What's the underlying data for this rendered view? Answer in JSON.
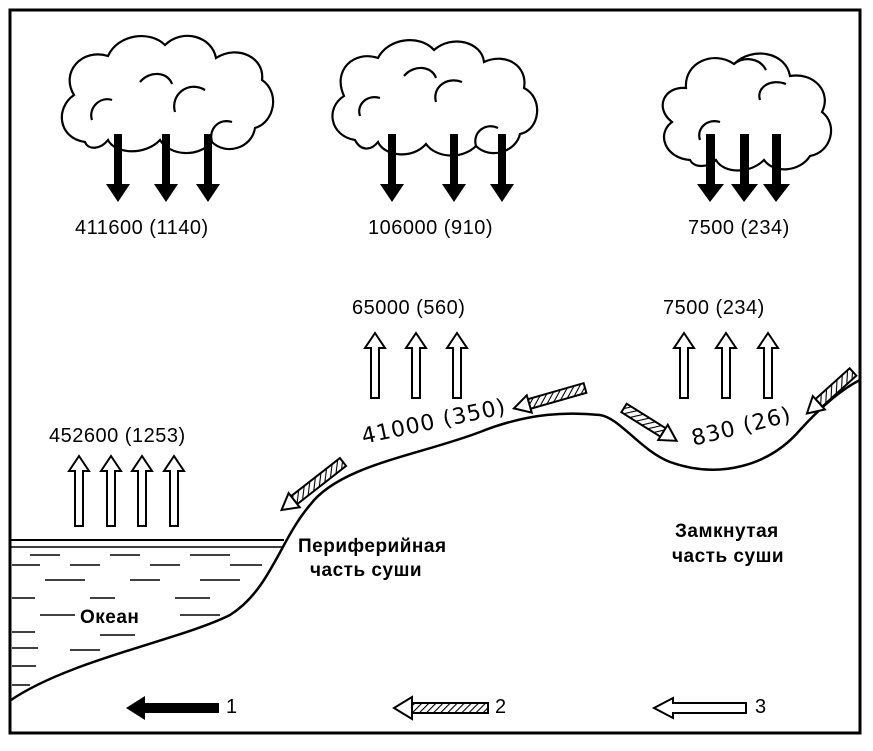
{
  "precipitation": {
    "ocean": "411600 (1140)",
    "peripheral": "106000 (910)",
    "closed": "7500 (234)"
  },
  "evaporation": {
    "ocean": "452600 (1253)",
    "peripheral": "65000 (560)",
    "closed": "7500 (234)"
  },
  "flows": {
    "peripheral": "41000 (350)",
    "closed": "830 (26)"
  },
  "regions": {
    "ocean": "Океан",
    "peripheral_line1": "Периферийная",
    "peripheral_line2": "часть суши",
    "closed_line1": "Замкнутая",
    "closed_line2": "часть суши"
  },
  "legend": [
    "1",
    "2",
    "3"
  ]
}
